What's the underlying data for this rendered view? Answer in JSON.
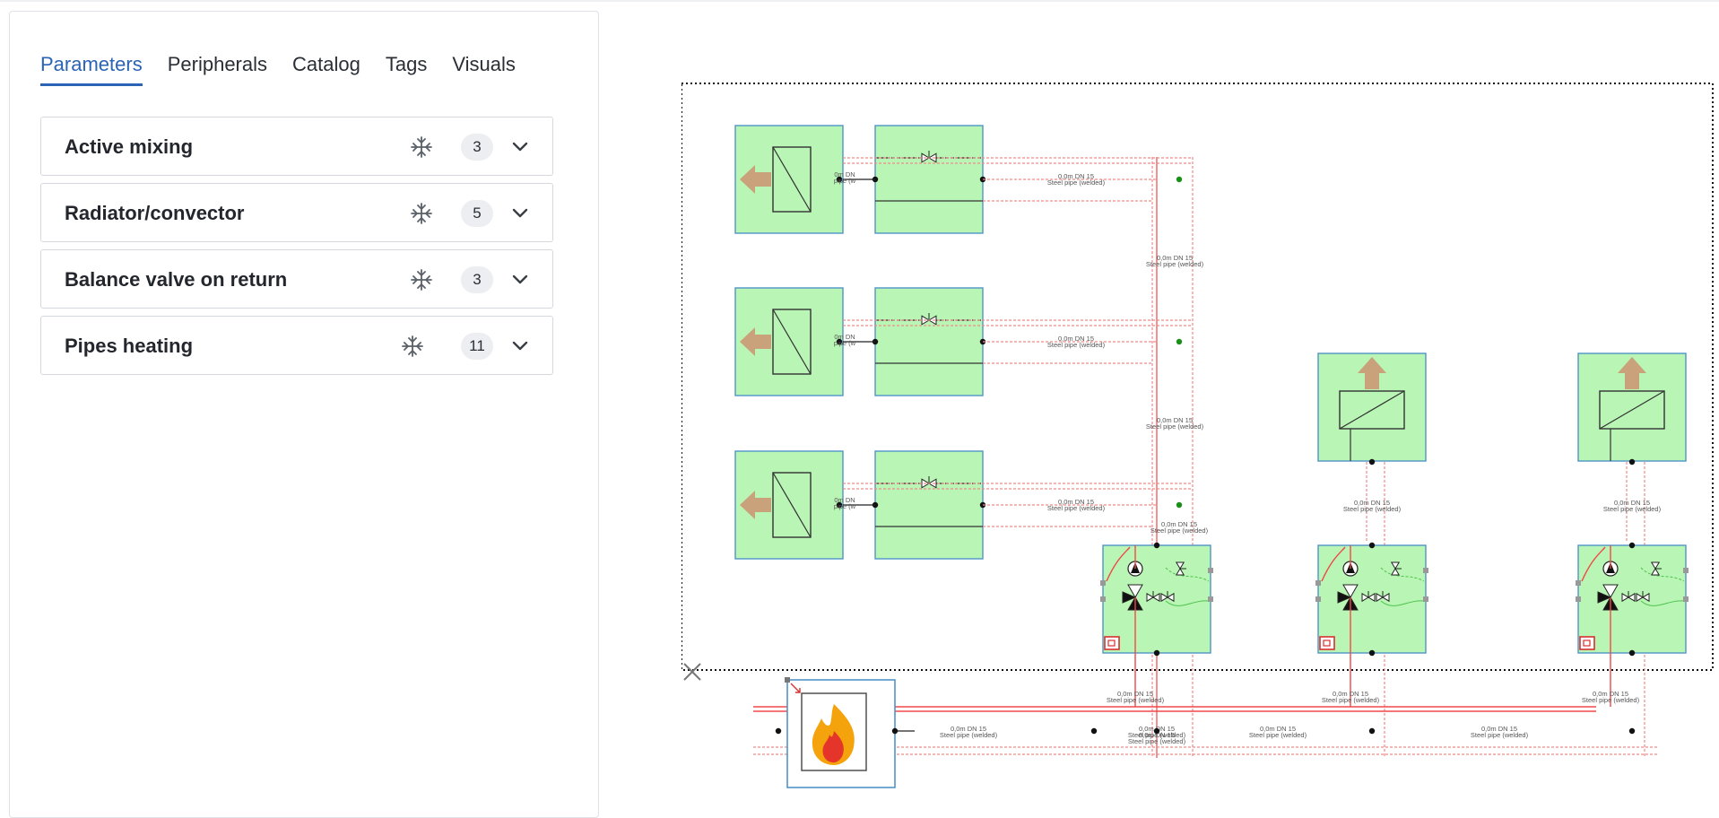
{
  "tabs": [
    {
      "label": "Parameters",
      "active": true
    },
    {
      "label": "Peripherals",
      "active": false
    },
    {
      "label": "Catalog",
      "active": false
    },
    {
      "label": "Tags",
      "active": false
    },
    {
      "label": "Visuals",
      "active": false
    }
  ],
  "groups": [
    {
      "title": "Active mixing",
      "count": "3"
    },
    {
      "title": "Radiator/convector",
      "count": "5"
    },
    {
      "title": "Balance valve on return",
      "count": "3"
    },
    {
      "title": "Pipes heating",
      "count": "11"
    }
  ],
  "icons": {
    "group_action": "snowflake-icon",
    "group_toggle": "chevron-down-icon",
    "canvas_close": "close-icon",
    "boiler": "flame-icon",
    "radiator_output": "arrow-icon",
    "mixing_valve": "valve-icon",
    "pump": "pump-icon"
  },
  "pipe_labels": {
    "line1": "0,0m DN 15",
    "line2": "Steel pipe (welded)",
    "short": "0m DN",
    "short2": "pipe (w"
  },
  "colors": {
    "accent": "#2b63b5",
    "component_fill": "#b9f5b4",
    "component_border": "#4f95c9",
    "supply_pipe": "#f04848",
    "return_pipe": "#f08a8a",
    "heat_arrow": "#c9a27b",
    "flame_outer": "#f5a30c",
    "flame_inner": "#e5352b"
  }
}
